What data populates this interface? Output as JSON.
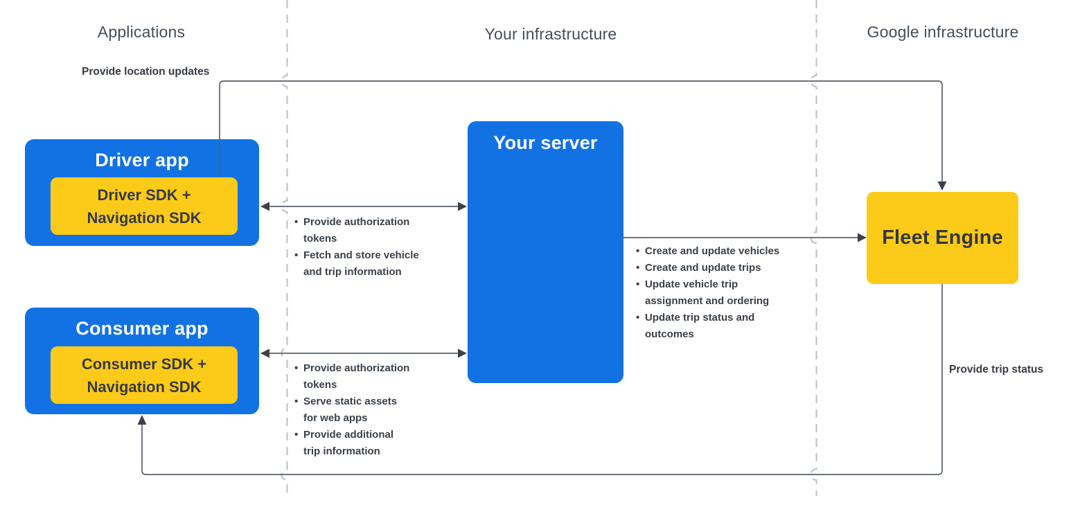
{
  "columns": [
    {
      "label": "Applications"
    },
    {
      "label": "Your infrastructure"
    },
    {
      "label": "Google infrastructure"
    }
  ],
  "nodes": {
    "driver_app": {
      "title": "Driver app",
      "sdk": "Driver SDK +\nNavigation SDK"
    },
    "consumer_app": {
      "title": "Consumer app",
      "sdk": "Consumer SDK +\nNavigation SDK"
    },
    "your_server": {
      "title": "Your server"
    },
    "fleet_engine": {
      "title": "Fleet Engine"
    }
  },
  "edges": {
    "location_updates": {
      "label": "Provide location updates"
    },
    "trip_status": {
      "label": "Provide trip status"
    },
    "driver_server": {
      "notes": [
        "Provide authorization\ntokens",
        "Fetch and store vehicle\nand trip information"
      ]
    },
    "consumer_server": {
      "notes": [
        "Provide authorization\ntokens",
        "Serve static assets\nfor web apps",
        "Provide additional\ntrip information"
      ]
    },
    "server_fleet": {
      "notes": [
        "Create and update vehicles",
        "Create and update trips",
        "Update vehicle trip\nassignment and ordering",
        "Update trip status and\noutcomes"
      ]
    }
  },
  "colors": {
    "node_blue": "#1272e4",
    "node_yellow": "#fcca18",
    "connector": "#5a6069",
    "arrowhead": "#3c4149",
    "dashed_divider": "#b9bfc7",
    "heading_text": "#454e5b",
    "body_text": "#3b4148"
  }
}
